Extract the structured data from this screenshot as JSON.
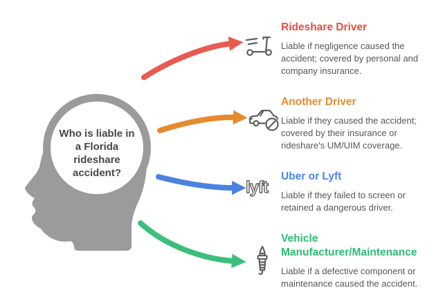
{
  "title": "Who is liable in a Florida rideshare accident?",
  "center": {
    "question_lines": [
      "Who is liable in",
      "a Florida",
      "rideshare",
      "accident?"
    ]
  },
  "sections": [
    {
      "title": "Rideshare Driver",
      "description": "Liable if negligence caused the accident; covered by personal and company insurance.",
      "color": "#E94F3F",
      "icon": "scooter-icon"
    },
    {
      "title": "Another Driver",
      "description": "Liable if they caused the accident; covered by their insurance or rideshare's UM/UIM coverage.",
      "color": "#E68A2E",
      "icon": "car-prohibited-icon"
    },
    {
      "title": "Uber or Lyft",
      "description": "Liable if they failed to screen or retained a dangerous driver.",
      "color": "#4E86EC",
      "icon": "lyft-logo-icon"
    },
    {
      "title": "Vehicle Manufacturer/Maintenance",
      "description": "Liable if a defective component or maintenance caused the accident.",
      "color": "#2BBE75",
      "icon": "spark-plug-icon"
    }
  ],
  "lyft_logo_text": "lyft",
  "colors": {
    "background": "#FFFFFF",
    "head_silhouette": "#9B9B9B",
    "question_text": "#474747",
    "body_text": "#565656",
    "icon_gray": "#5F5F5F",
    "arrow_red": "#E85B4F",
    "arrow_orange": "#E68A2E",
    "arrow_blue": "#4B82E0",
    "arrow_green": "#3CBF7D"
  }
}
